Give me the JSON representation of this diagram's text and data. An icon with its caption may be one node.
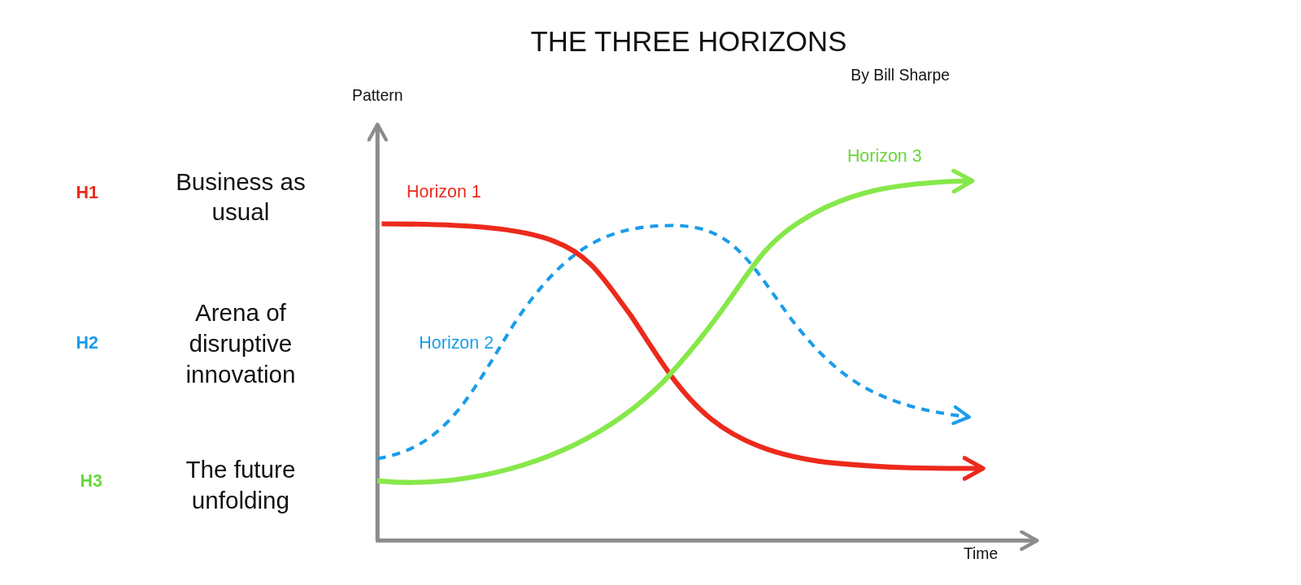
{
  "diagram": {
    "title": "THE THREE HORIZONS",
    "labels": [
      "By Bill Sharpe",
      "Pattern",
      "H1",
      "Business as usual",
      "Horizon 1",
      "Horizon 3",
      "H2",
      "Arena of disruptive innovation",
      "Horizon 2",
      "H3",
      "The future unfolding",
      "Time"
    ]
  }
}
